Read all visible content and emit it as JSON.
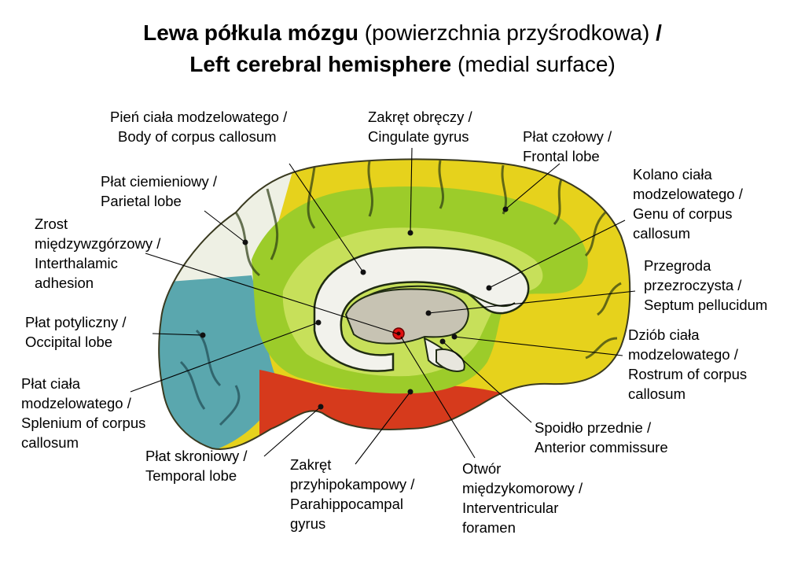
{
  "title": {
    "line1_bold": "Lewa półkula mózgu",
    "line1_paren": "(powierzchnia przyśrodkowa)",
    "line1_slash": "/",
    "line2_bold": "Left cerebral hemisphere",
    "line2_paren": "(medial surface)"
  },
  "labels": {
    "body_cc": [
      "Pień ciała modzelowatego /",
      "Body of corpus callosum"
    ],
    "cingulate": [
      "Zakręt obręczy /",
      "Cingulate gyrus"
    ],
    "frontal": [
      "Płat czołowy /",
      "Frontal lobe"
    ],
    "parietal": [
      "Płat ciemieniowy /",
      "Parietal lobe"
    ],
    "genu": [
      "Kolano ciała",
      "modzelowatego /",
      "Genu of corpus",
      "callosum"
    ],
    "interthalamic": [
      "Zrost",
      "międzywzgórzowy /",
      "Interthalamic",
      "adhesion"
    ],
    "septum": [
      "Przegroda",
      "przezroczysta /",
      "Septum pellucidum"
    ],
    "occipital": [
      "Płat potyliczny /",
      "Occipital lobe"
    ],
    "rostrum": [
      "Dziób ciała",
      "modzelowatego /",
      "Rostrum of corpus",
      "callosum"
    ],
    "splenium": [
      "Płat ciała",
      "modzelowatego /",
      "Splenium of corpus",
      "callosum"
    ],
    "anterior_comm": [
      "Spoidło przednie /",
      "Anterior commissure"
    ],
    "temporal": [
      "Płat skroniowy /",
      "Temporal lobe"
    ],
    "parahippo": [
      "Zakręt",
      "przyhipokampowy /",
      "Parahippocampal",
      "gyrus"
    ],
    "foramen": [
      "Otwór",
      "międzykomorowy /",
      "Interventricular",
      "foramen"
    ]
  },
  "colors": {
    "frontal_yellow": "#e6d21c",
    "cingulate_green": "#9ccc2a",
    "inner_green": "#c7e05a",
    "parietal_white": "#eef0e4",
    "occipital_teal": "#5aa7ae",
    "temporal_red": "#d63a1c",
    "callosum_white": "#f2f2ec",
    "ventricle_gray": "#c7c3b3",
    "outline": "#1f2b12",
    "marker_red": "#e01010"
  }
}
